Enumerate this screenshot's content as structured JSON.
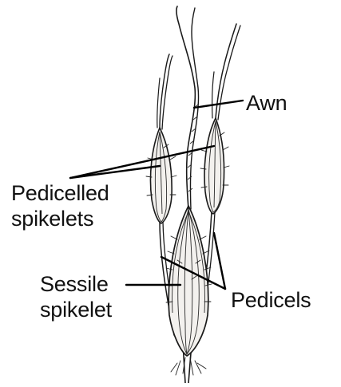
{
  "labels": {
    "awn": "Awn",
    "pedicelled_line1": "Pedicelled",
    "pedicelled_line2": "spikelets",
    "sessile_line1": "Sessile",
    "sessile_line2": "spikelet",
    "pedicels": "Pedicels"
  },
  "colors": {
    "ink": "#1a1a1a",
    "background": "#ffffff",
    "spikelet_fill": "#f3f1ee"
  }
}
